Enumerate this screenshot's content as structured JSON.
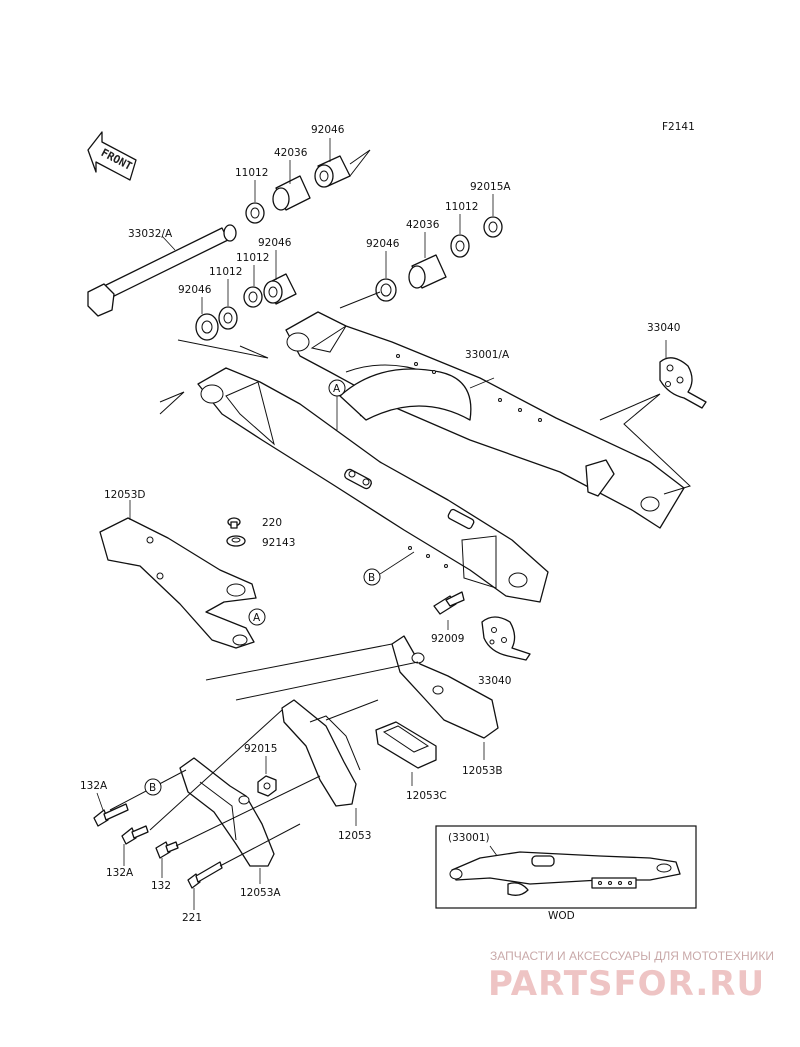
{
  "figure_code": "F2141",
  "front_arrow_text": "FRONT",
  "parts": {
    "p92046_top": "92046",
    "p42036_left": "42036",
    "p11012_left_top": "11012",
    "p92015a": "92015A",
    "p11012_right": "11012",
    "p42036_right": "42036",
    "p92046_right": "92046",
    "p33032a": "33032/A",
    "p92046_mid": "92046",
    "p11012_mid": "11012",
    "p11012_mid2": "11012",
    "p92046_low": "92046",
    "p33040_top": "33040",
    "p33001a": "33001/A",
    "p12053d": "12053D",
    "p220": "220",
    "p92143": "92143",
    "p92009": "92009",
    "p33040_mid": "33040",
    "p12053b": "12053B",
    "p92015": "92015",
    "p12053c": "12053C",
    "p132a_left": "132A",
    "p132a_low": "132A",
    "p132": "132",
    "p12053": "12053",
    "p12053a": "12053A",
    "p221": "221"
  },
  "callouts": {
    "a": "A",
    "b": "B"
  },
  "inset": {
    "title": "(33001)",
    "caption": "WOD"
  },
  "watermark": {
    "tagline": "ЗАПЧАСТИ И АКСЕССУАРЫ ДЛЯ МОТОТЕХНИКИ",
    "brand": "PARTSFOR.RU"
  }
}
